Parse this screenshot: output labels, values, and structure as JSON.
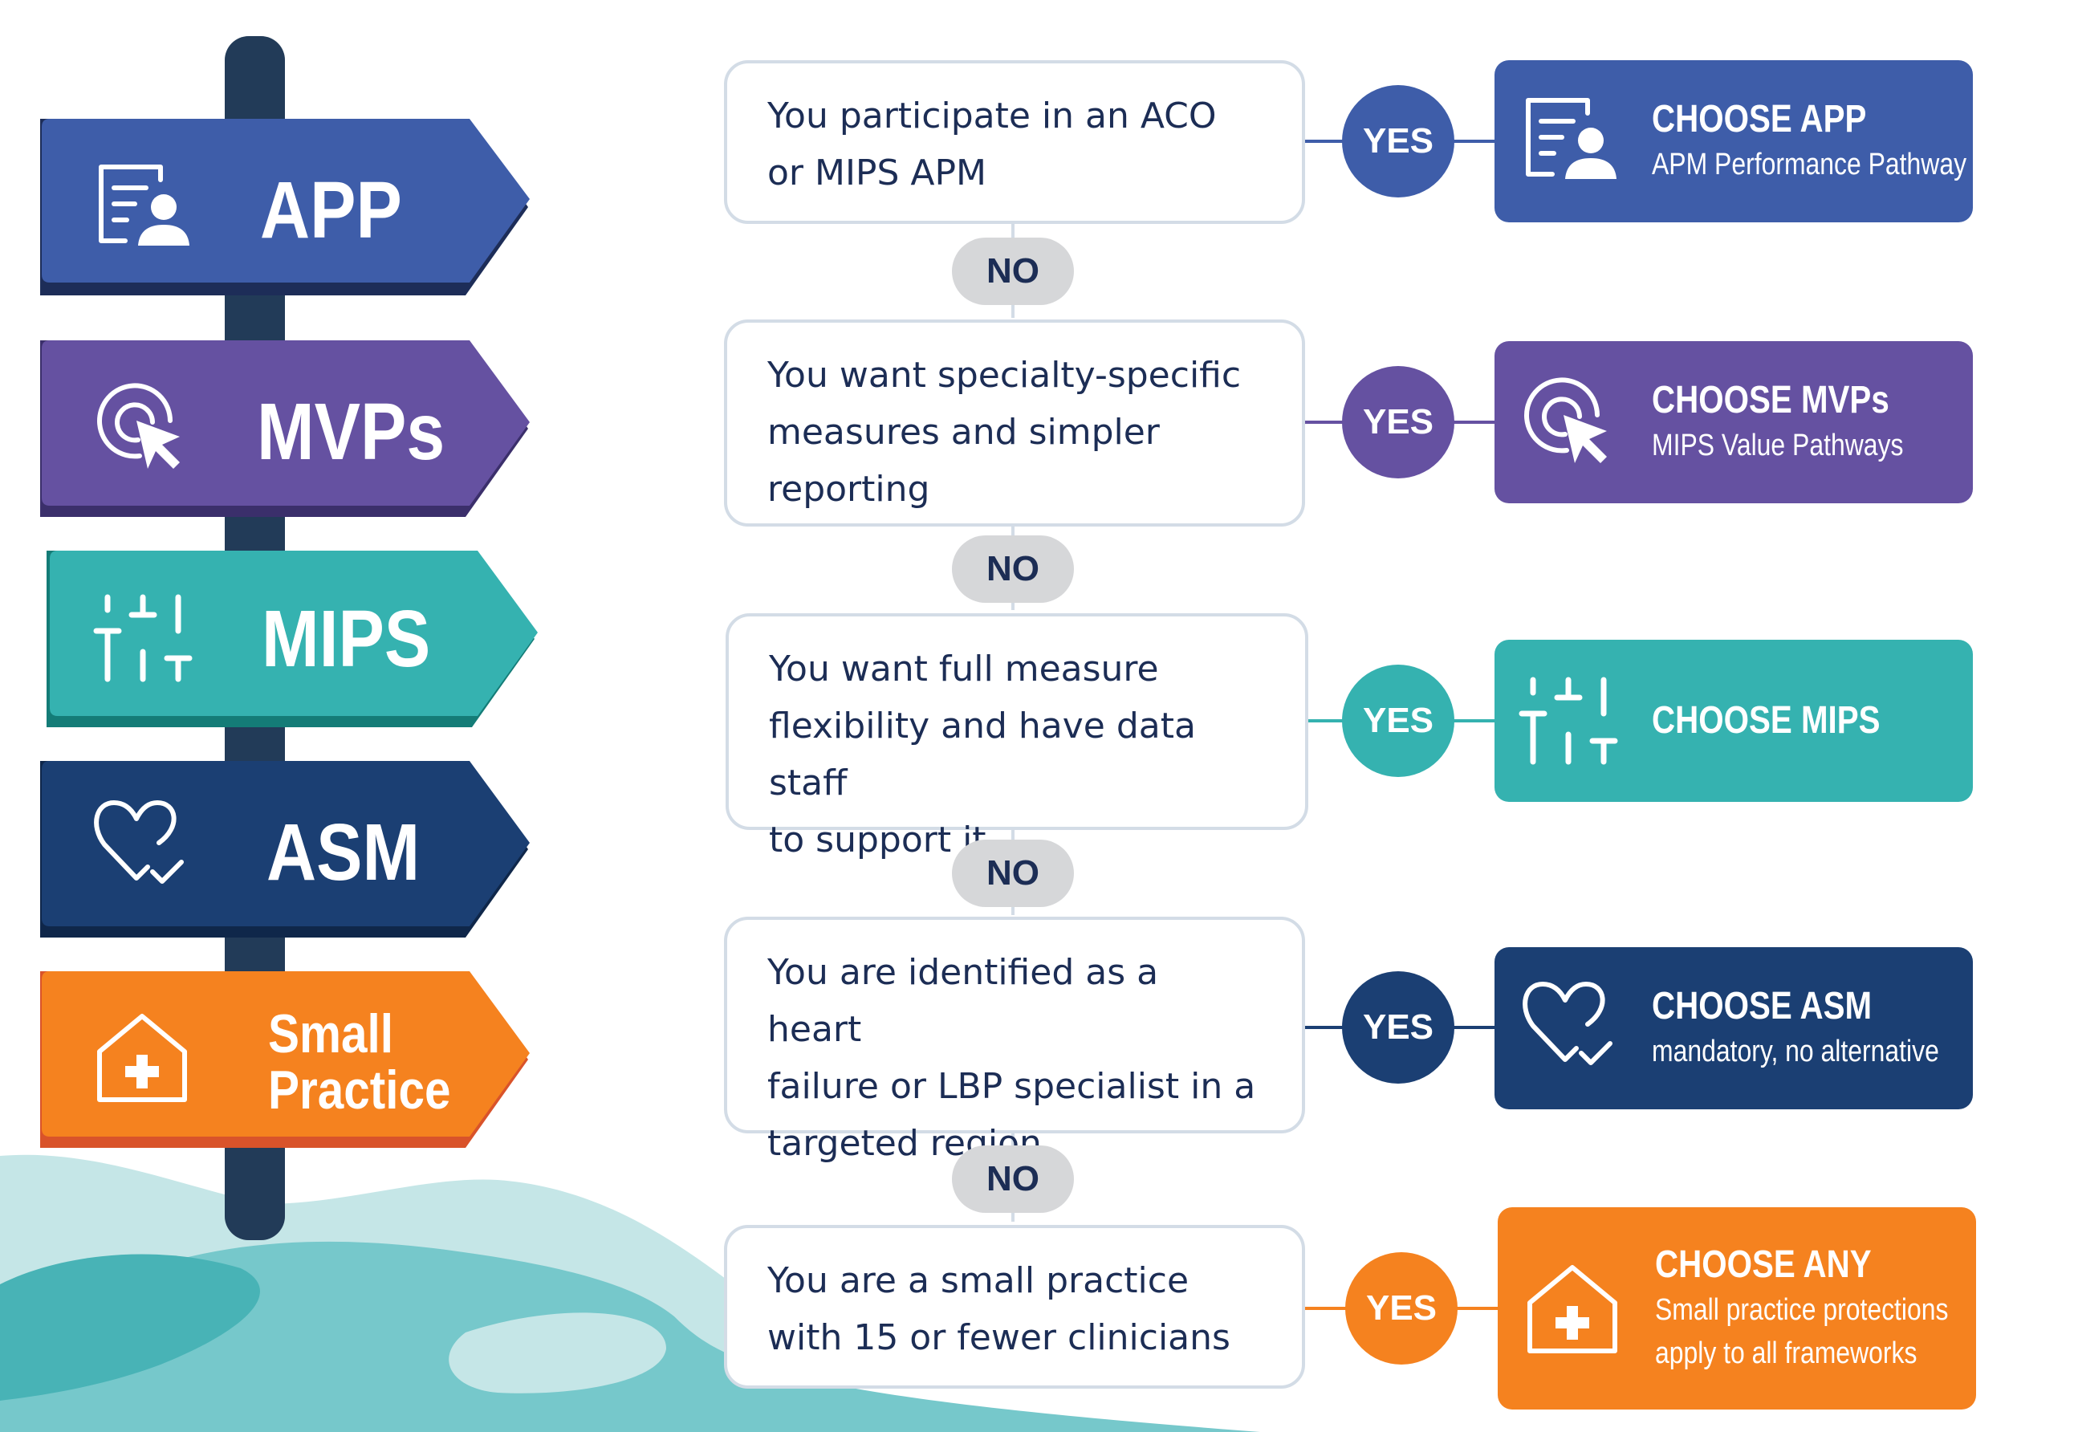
{
  "colors": {
    "app": "#3e5da9",
    "mvps": "#6551a1",
    "mips": "#35b2b0",
    "asm": "#1b3f73",
    "small_practice": "#f5821f",
    "post": "#1e3550",
    "no_pill": "#d6d7d9",
    "condition_border": "#d3dce6",
    "text_dark": "#1c2d55"
  },
  "signpost": [
    {
      "id": "app",
      "label": "APP",
      "icon": "profile-card-icon"
    },
    {
      "id": "mvps",
      "label": "MVPs",
      "icon": "cursor-click-icon"
    },
    {
      "id": "mips",
      "label": "MIPS",
      "icon": "sliders-icon"
    },
    {
      "id": "asm",
      "label": "ASM",
      "icon": "heart-check-icon"
    },
    {
      "id": "small_practice",
      "label_line1": "Small",
      "label_line2": "Practice",
      "icon": "house-plus-icon"
    }
  ],
  "flow": {
    "steps": [
      {
        "condition": [
          "You participate in an ACO",
          "or MIPS APM"
        ],
        "yes": "YES",
        "result_title": "CHOOSE APP",
        "result_sub": [
          "APM Performance Pathway"
        ],
        "icon": "profile-card-icon"
      },
      {
        "condition": [
          "You want specialty-specific",
          "measures and simpler",
          "reporting"
        ],
        "yes": "YES",
        "result_title": "CHOOSE MVPs",
        "result_sub": [
          "MIPS Value Pathways"
        ],
        "icon": "cursor-click-icon"
      },
      {
        "condition": [
          "You want full measure",
          "flexibility and have data staff",
          "to support it"
        ],
        "yes": "YES",
        "result_title": "CHOOSE MIPS",
        "result_sub": [],
        "icon": "sliders-icon"
      },
      {
        "condition": [
          "You are identified as a heart",
          "failure or LBP specialist in a",
          "targeted region"
        ],
        "yes": "YES",
        "result_title": "CHOOSE ASM",
        "result_sub": [
          "mandatory, no alternative"
        ],
        "icon": "heart-check-icon"
      },
      {
        "condition": [
          "You are a small practice",
          "with 15 or fewer clinicians"
        ],
        "yes": "YES",
        "result_title": "CHOOSE ANY",
        "result_sub": [
          "Small practice protections",
          "apply to all frameworks"
        ],
        "icon": "house-plus-icon"
      }
    ],
    "no_labels": [
      "NO",
      "NO",
      "NO",
      "NO"
    ]
  }
}
